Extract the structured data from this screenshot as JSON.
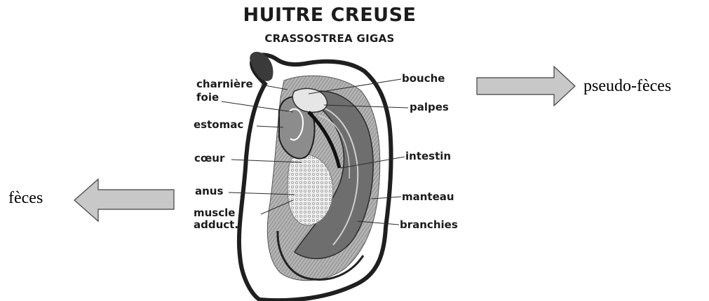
{
  "title": "HUITRE CREUSE",
  "subtitle": "CRASSOSTREA GIGAS",
  "labels": {
    "charniere": "charnière",
    "foie": "foie",
    "estomac": "estomac",
    "coeur": "cœur",
    "anus": "anus",
    "muscle": "muscle",
    "adduct": "adduct.",
    "bouche": "bouche",
    "palpes": "palpes",
    "intestin": "intestin",
    "manteau": "manteau",
    "branchies": "branchies"
  },
  "arrows": {
    "right_label": "pseudo-fèces",
    "left_label": "fèces"
  },
  "colors": {
    "arrow_fill": "#c8c8c8",
    "shell": "#1f1f1f",
    "mantle": "#9a9a9a",
    "gills": "#6e6e6e"
  }
}
